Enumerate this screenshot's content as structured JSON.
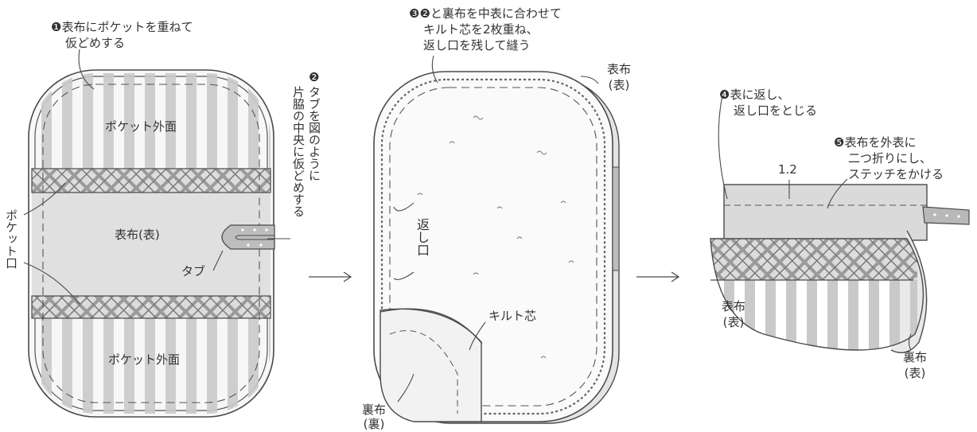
{
  "diagram": {
    "step1": {
      "note_line1": "❶表布にポケットを重ねて",
      "note_line2": "仮どめする",
      "pocket_top_label": "ポケット外面",
      "pocket_bottom_label": "ポケット外面",
      "face_label": "表布(表)",
      "tab_label": "タブ",
      "pocket_opening_label": "ポケット口",
      "step2_marker": "❷",
      "step2_col1": "タブを図のように",
      "step2_col2": "片脇の中央に仮どめする"
    },
    "step2": {
      "note_line1": "❸❷と裏布を中表に合わせて",
      "note_line2": "キルト芯を2枚重ね、",
      "note_line3": "返し口を残して縫う",
      "outer_face_line1": "表布",
      "outer_face_line2": "(表)",
      "return_opening": "返し口",
      "quilt_batting": "キルト芯",
      "lining_back_line1": "裏布",
      "lining_back_line2": "(裏)"
    },
    "step3": {
      "note4_line1": "❹表に返し、",
      "note4_line2": "返し口をとじる",
      "note5_line1": "❺表布を外表に",
      "note5_line2": "二つ折りにし、",
      "note5_line3": "ステッチをかける",
      "measure": "1.2",
      "outer_face_line1": "表布",
      "outer_face_line2": "(表)",
      "lining_face_line1": "裏布",
      "lining_face_line2": "(表)"
    },
    "colors": {
      "stroke": "#4a4a4a",
      "fabric_gray": "#cfcfcf",
      "stripe_gray": "#c4c4c4",
      "plaid": "#8d8d8d"
    }
  }
}
